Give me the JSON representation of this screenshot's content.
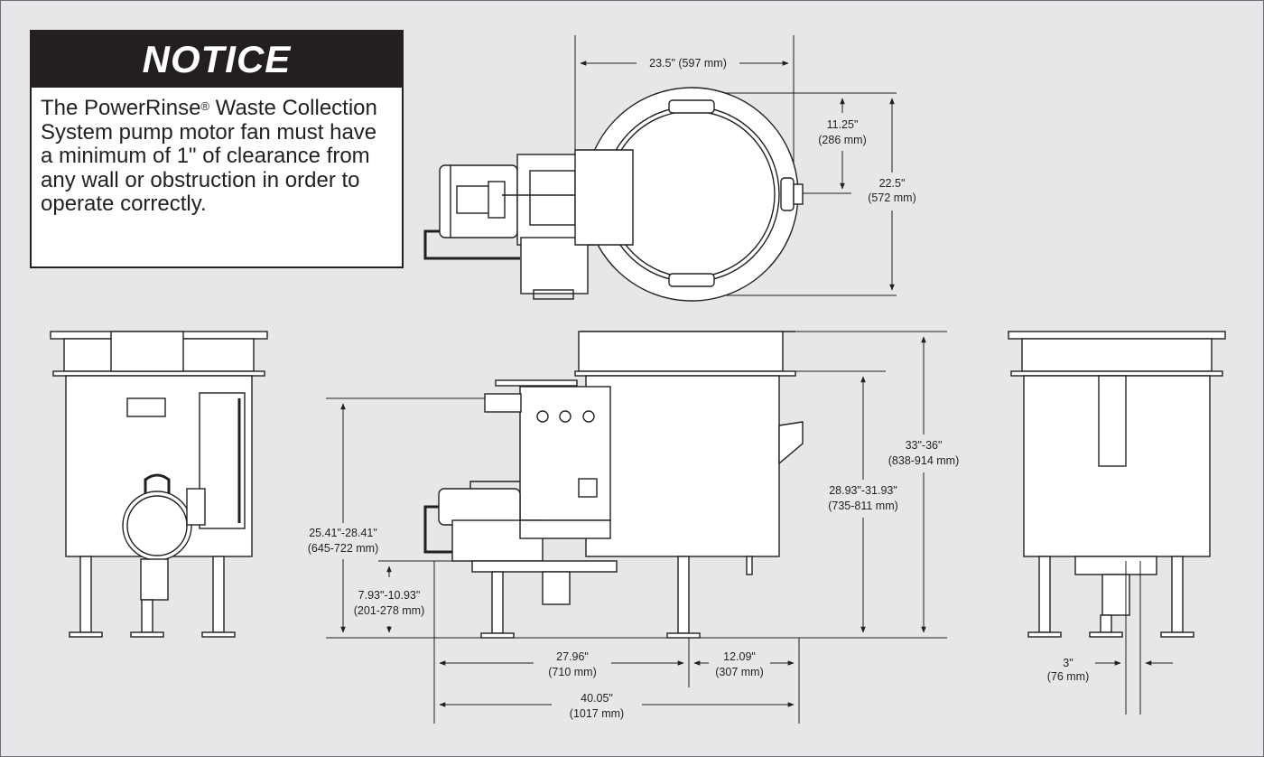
{
  "notice": {
    "title": "NOTICE",
    "text_before_mark": "The PowerRinse",
    "registered_mark": "®",
    "text_after_mark": " Waste Collection System pump motor fan must have a minimum of 1\" of clearance from any wall or obstruction in order to operate correctly."
  },
  "dimensions": {
    "top_width": "23.5\" (597 mm)",
    "top_radius_in": "11.25\"",
    "top_radius_mm": "(286 mm)",
    "top_diameter_in": "22.5\"",
    "top_diameter_mm": "(572 mm)",
    "overall_height_in": "33\"-36\"",
    "overall_height_mm": "(838-914 mm)",
    "rim_height_in": "28.93\"-31.93\"",
    "rim_height_mm": "(735-811 mm)",
    "pump_height_in": "25.41\"-28.41\"",
    "pump_height_mm": "(645-722 mm)",
    "outlet_height_in": "7.93\"-10.93\"",
    "outlet_height_mm": "(201-278 mm)",
    "pump_depth_in": "27.96\"",
    "pump_depth_mm": "(710 mm)",
    "tank_half_in": "12.09\"",
    "tank_half_mm": "(307 mm)",
    "overall_length_in": "40.05\"",
    "overall_length_mm": "(1017 mm)",
    "outlet_offset_in": "3\"",
    "outlet_offset_mm": "(76 mm)"
  },
  "colors": {
    "background": "#e6e7e8",
    "ink": "#231f20",
    "notice_header": "#231f20"
  }
}
